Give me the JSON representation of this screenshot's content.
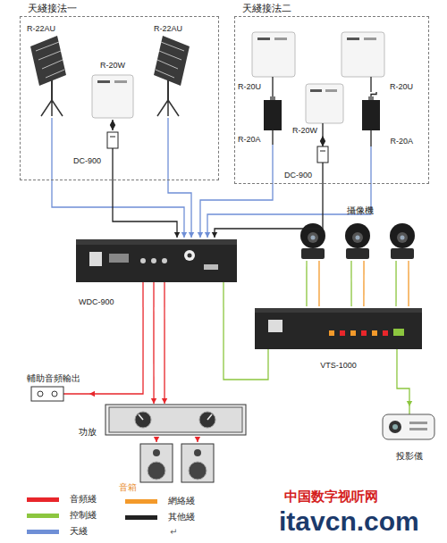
{
  "diagram": {
    "nodes": [
      {
        "text": [
          "天綫接法一"
        ]
      },
      {
        "text": [
          "R-22AU"
        ],
        "in": 0
      },
      {
        "text": [
          "R-22AU"
        ],
        "in": 0
      },
      {
        "text": [
          "R-20W"
        ],
        "in": 0
      },
      {
        "text": [
          "DC-900"
        ],
        "in": 0
      },
      {
        "text": [
          "天綫接法二"
        ]
      },
      {
        "text": [
          "R-20U"
        ],
        "in": 5
      },
      {
        "text": [
          "R-20U"
        ],
        "in": 5
      },
      {
        "text": [
          "R-20A"
        ],
        "in": 5
      },
      {
        "text": [
          "R-20W"
        ],
        "in": 5
      },
      {
        "text": [
          "R-20A"
        ],
        "in": 5
      },
      {
        "text": [
          "DC-900"
        ],
        "in": 5
      },
      {
        "text": [
          "WDC-900"
        ]
      },
      {
        "text": [
          "攝像機"
        ]
      },
      {
        "text": [
          "VTS-1000"
        ]
      },
      {
        "text": [
          "輔助音頻輸出"
        ]
      },
      {
        "text": [
          "功放"
        ]
      },
      {
        "text": [
          "音箱"
        ]
      },
      {
        "text": [
          "投影儀"
        ]
      }
    ],
    "edges": [
      {
        "from": 3,
        "to": 4,
        "arrow": "both"
      },
      {
        "from": 1,
        "to": 12,
        "arrow": "to"
      },
      {
        "from": 2,
        "to": 12,
        "arrow": "to"
      },
      {
        "from": 4,
        "to": 12,
        "arrow": "to"
      },
      {
        "from": 6,
        "to": 8,
        "arrow": "none"
      },
      {
        "from": 7,
        "to": 10,
        "arrow": "none"
      },
      {
        "from": 9,
        "to": 11,
        "arrow": "both"
      },
      {
        "from": 8,
        "to": 12,
        "arrow": "to"
      },
      {
        "from": 10,
        "to": 12,
        "arrow": "to"
      },
      {
        "from": 11,
        "to": 12,
        "arrow": "to"
      },
      {
        "from": 12,
        "to": 15,
        "arrow": "to"
      },
      {
        "from": 12,
        "to": 16,
        "arrow": "to"
      },
      {
        "from": 12,
        "to": 16,
        "arrow": "to"
      },
      {
        "from": 16,
        "to": 17,
        "arrow": "to"
      },
      {
        "from": 16,
        "to": 17,
        "arrow": "to"
      },
      {
        "from": 12,
        "to": 14,
        "arrow": "none"
      },
      {
        "from": 14,
        "to": 13,
        "arrow": "none"
      },
      {
        "from": 14,
        "to": 13,
        "arrow": "none"
      },
      {
        "from": 14,
        "to": 13,
        "arrow": "none"
      },
      {
        "from": 14,
        "to": 13,
        "arrow": "none"
      },
      {
        "from": 14,
        "to": 13,
        "arrow": "none"
      },
      {
        "from": 14,
        "to": 13,
        "arrow": "none"
      },
      {
        "from": 14,
        "to": 18,
        "arrow": "to"
      }
    ],
    "labels": [
      "中国数字视听网",
      "itavcn.com",
      "↵"
    ],
    "legend": [
      {
        "text": "音頻綫",
        "color": "#e8262b"
      },
      {
        "text": "控制綫",
        "color": "#8cc63f"
      },
      {
        "text": "天綫",
        "color": "#6f8fd6"
      },
      {
        "text": "網絡綫",
        "color": "#f39a2b"
      },
      {
        "text": "其他綫",
        "color": "#222222"
      }
    ]
  }
}
